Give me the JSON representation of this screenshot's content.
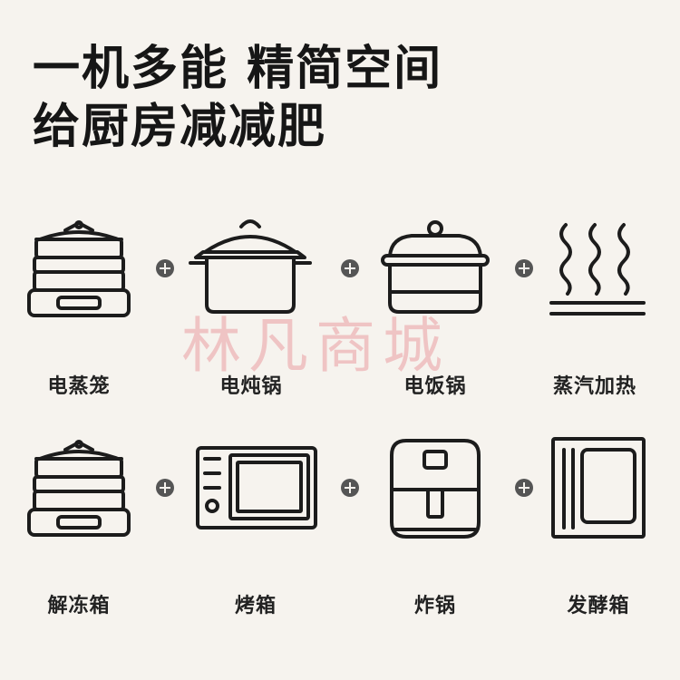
{
  "headline": {
    "line1": "一机多能 精简空间",
    "line2": "给厨房减减肥"
  },
  "watermark": "林凡商城",
  "functions": [
    {
      "label": "电蒸笼",
      "icon": "steamer-icon"
    },
    {
      "label": "电炖锅",
      "icon": "stew-pot-icon"
    },
    {
      "label": "电饭锅",
      "icon": "rice-cooker-icon"
    },
    {
      "label": "蒸汽加热",
      "icon": "steam-heat-icon"
    },
    {
      "label": "解冻箱",
      "icon": "steamer-icon"
    },
    {
      "label": "烤箱",
      "icon": "oven-icon"
    },
    {
      "label": "炸锅",
      "icon": "air-fryer-icon"
    },
    {
      "label": "发酵箱",
      "icon": "proofing-box-icon"
    }
  ],
  "colors": {
    "background": "#f6f3ee",
    "line": "#1c1c1c",
    "plus": "#555555"
  }
}
